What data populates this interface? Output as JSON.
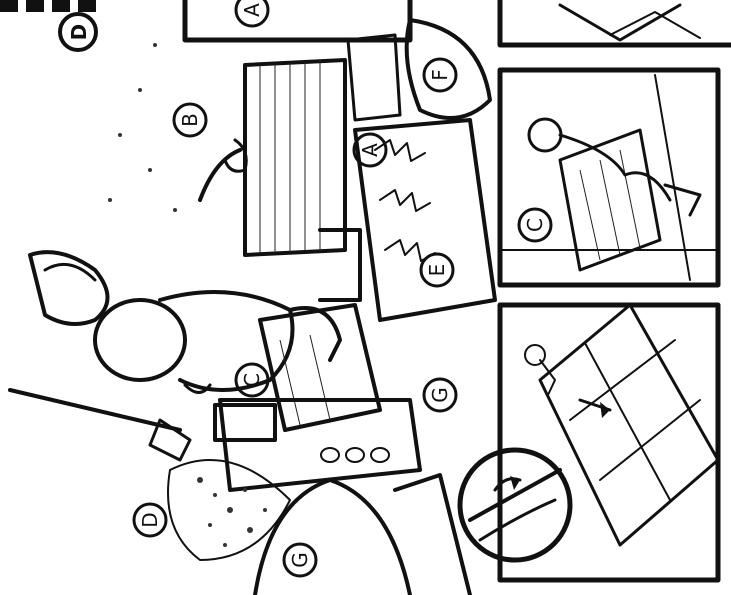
{
  "callouts": {
    "top_left_number": "D",
    "a_upper": "A",
    "a_middle": "A",
    "b": "B",
    "c_panel": "C",
    "c_scene": "C",
    "d": "D",
    "e": "E",
    "f": "F",
    "g": "G",
    "g_bottom": "G"
  },
  "colors": {
    "ink": "#111111",
    "paper": "#ffffff",
    "shade": "#555555"
  }
}
